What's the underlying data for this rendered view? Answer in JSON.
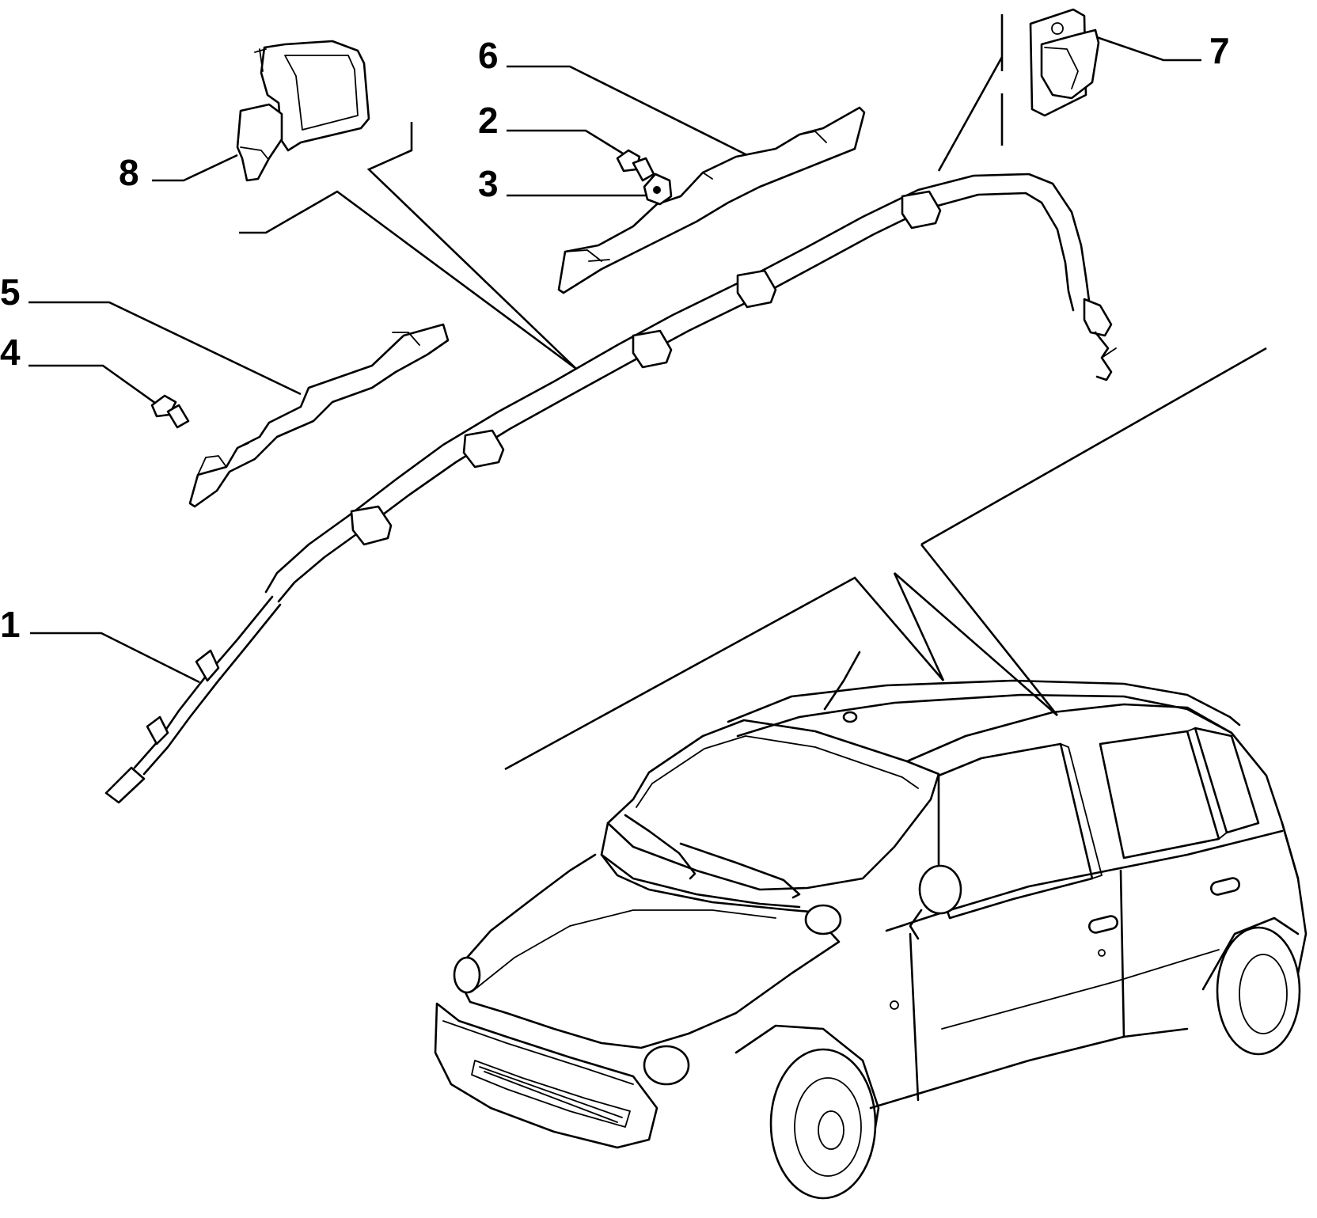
{
  "callouts": {
    "c1": "1",
    "c2": "2",
    "c3": "3",
    "c4": "4",
    "c5": "5",
    "c6": "6",
    "c7": "7",
    "c8": "8"
  },
  "colors": {
    "ink": "#000000",
    "background": "#ffffff"
  }
}
